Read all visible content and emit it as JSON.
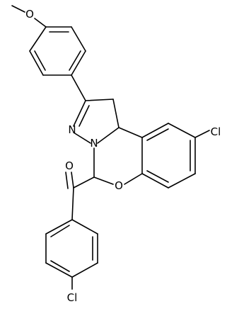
{
  "structure": {
    "atoms": {
      "o_methoxy": "O",
      "n1": "N",
      "n2": "N",
      "cl_right": "Cl",
      "o_carbonyl": "O",
      "o_ring": "O",
      "cl_bottom": "Cl"
    }
  },
  "colors": {
    "bond": "#000000",
    "label": "#000000",
    "background": "#ffffff"
  }
}
